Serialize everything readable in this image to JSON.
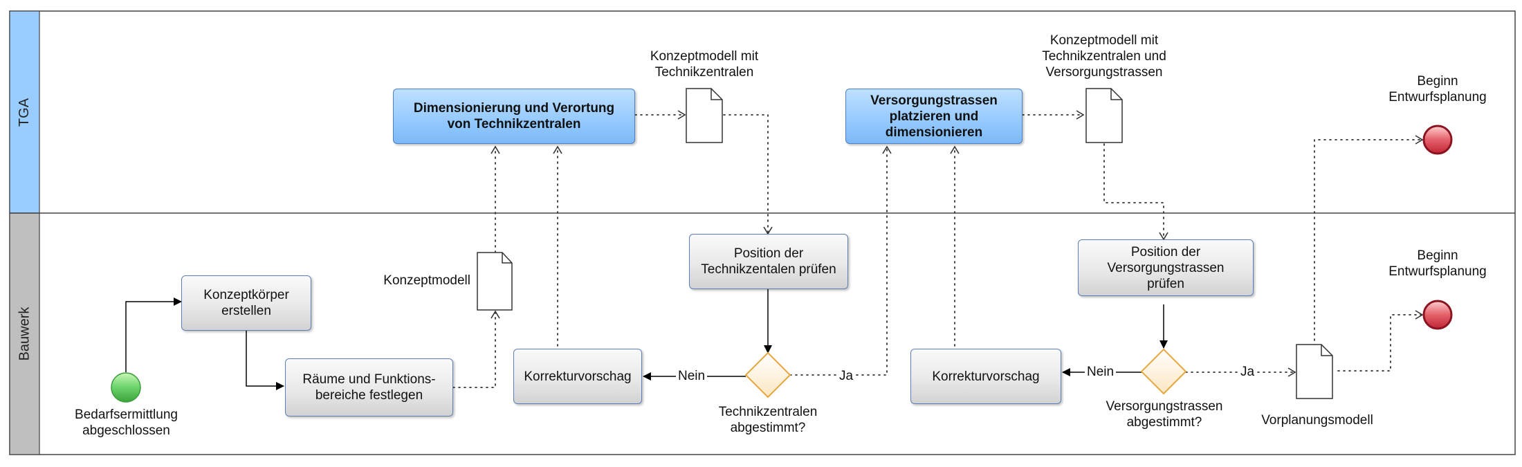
{
  "lanes": {
    "top": "TGA",
    "bottom": "Bauwerk"
  },
  "tasks": {
    "dimensionierung": "Dimensionierung und Verortung\nvon Technikzentralen",
    "versorgungstrassen_platzieren": "Versorgungstrassen\nplatzieren und\ndimensionieren",
    "konzeptkoerper": "Konzeptkörper\nerstellen",
    "raeume": "Räume und Funktions-\nbereiche festlegen",
    "korrektur1": "Korrekturvorschag",
    "position_technik": "Position der\nTechnikzentalen prüfen",
    "korrektur2": "Korrekturvorschag",
    "position_versorgung": "Position der\nVersorgungstrassen\nprüfen"
  },
  "documents": {
    "konzeptmodell": "Konzeptmodell",
    "konzeptmodell_technik": "Konzeptmodell mit\nTechnikzentralen",
    "konzeptmodell_versorgung": "Konzeptmodell mit\nTechnikzentralen und\nVersorgungstrassen",
    "vorplanungsmodell": "Vorplanungsmodell"
  },
  "events": {
    "start": "Bedarfsermittlung\nabgeschlossen",
    "end_tga": "Beginn\nEntwurfsplanung",
    "end_bauwerk": "Beginn\nEntwurfsplanung"
  },
  "gateways": {
    "technik": "Technikzentralen\nabgestimmt?",
    "versorgung": "Versorgungstrassen\nabgestimmt?"
  },
  "flow_labels": {
    "nein1": "Nein",
    "ja1": "Ja",
    "nein2": "Nein",
    "ja2": "Ja"
  },
  "colors": {
    "task_blue": "#94c9ff",
    "lane_header": "#99ccff",
    "start_event": "#5cc85c",
    "end_event": "#d93a4a",
    "gateway": "#fff3d6",
    "gateway_border": "#e6a740"
  }
}
